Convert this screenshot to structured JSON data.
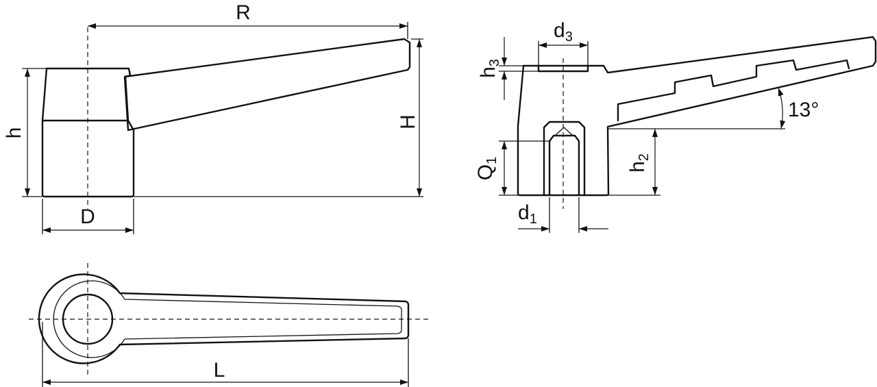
{
  "labels": {
    "R": "R",
    "H": "H",
    "h": "h",
    "D": "D",
    "L": "L",
    "d": "d",
    "d3_sub": "3",
    "d1_sub": "1",
    "h3_sub": "3",
    "h2_sub": "2",
    "Q": "Q",
    "Q1_sub": "1",
    "angle": "13°"
  }
}
